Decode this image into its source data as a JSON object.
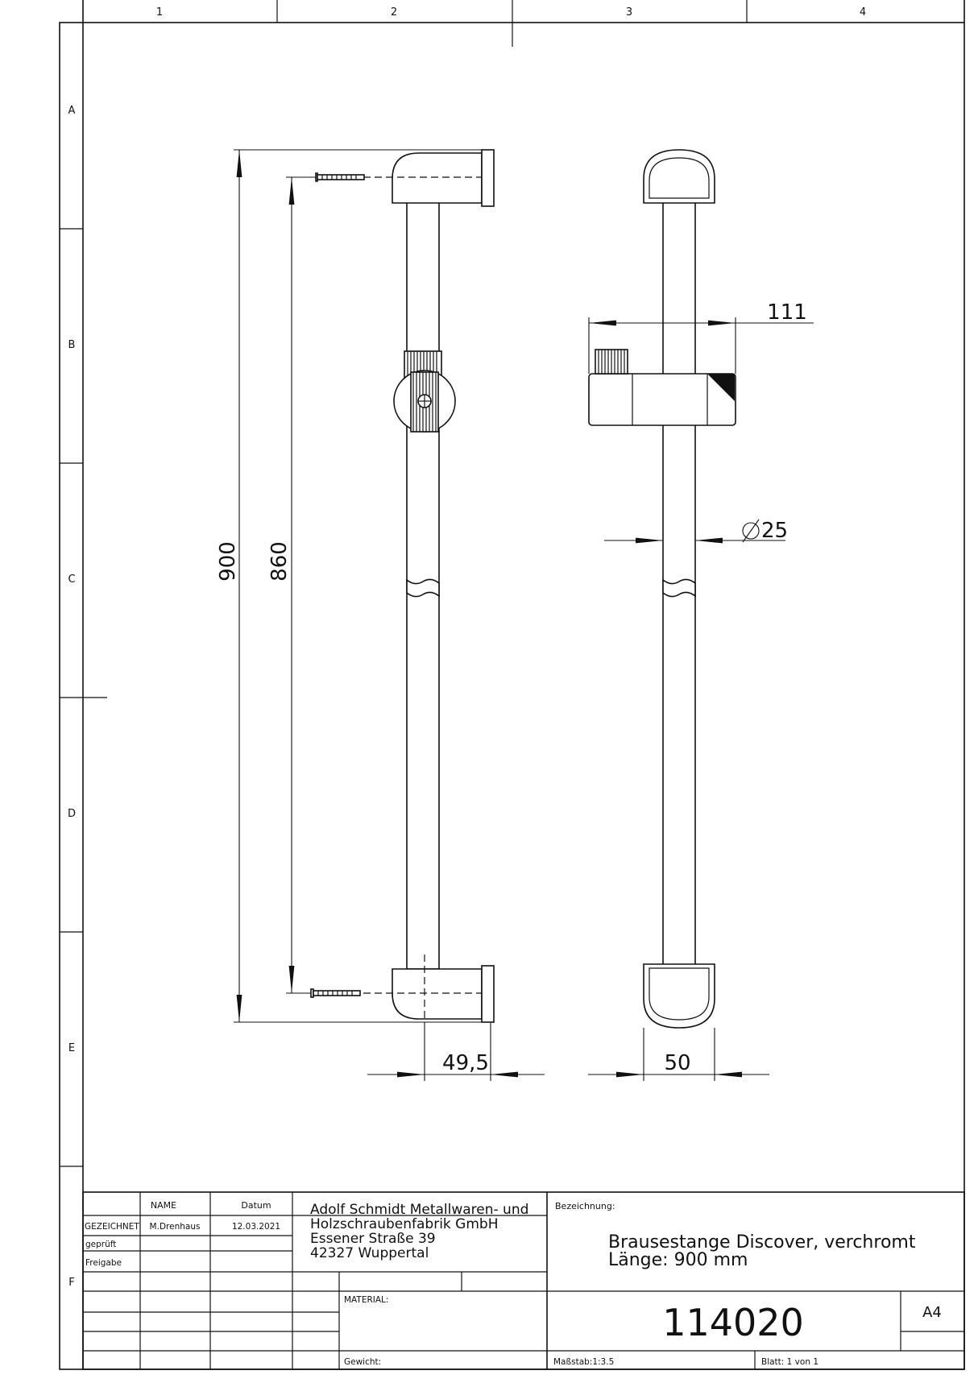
{
  "zones": {
    "columns": [
      "1",
      "2",
      "3",
      "4"
    ],
    "rows": [
      "A",
      "B",
      "C",
      "D",
      "E",
      "F"
    ]
  },
  "dimensions": {
    "total_length": "900",
    "hole_spacing": "860",
    "slider_width": "111",
    "rod_diameter": "25",
    "bracket_depth": "49,5",
    "bracket_width": "50"
  },
  "title_block": {
    "col_name": "NAME",
    "col_date": "Datum",
    "row_drawn": "GEZEICHNET",
    "row_checked": "geprüft",
    "row_release": "Freigabe",
    "drawn_name": "M.Drenhaus",
    "drawn_date": "12.03.2021",
    "company_line1": "Adolf Schmidt Metallwaren- und",
    "company_line2": "Holzschraubenfabrik GmbH",
    "company_line3": "Essener Straße 39",
    "company_line4": "42327 Wuppertal",
    "designation_label": "Bezeichnung:",
    "designation_line1": "Brausestange Discover, verchromt",
    "designation_line2": "Länge: 900 mm",
    "material_label": "MATERIAL:",
    "drawing_number": "114020",
    "sheet_size": "A4",
    "weight_label": "Gewicht:",
    "scale": "Maßstab:1:3.5",
    "sheet_count": "Blatt: 1 von 1"
  }
}
